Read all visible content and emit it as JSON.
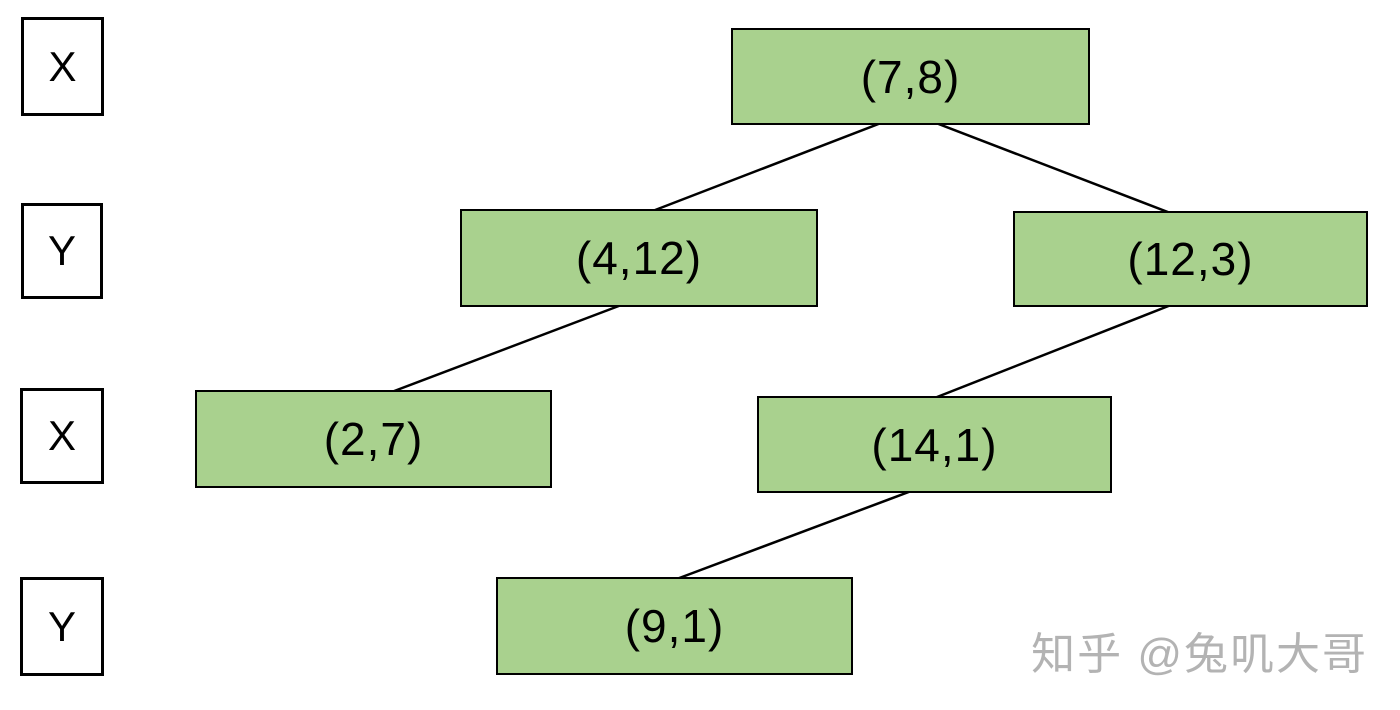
{
  "diagram": {
    "type": "kd-tree",
    "node_fill_color": "#a9d18e",
    "node_border_color": "#000000",
    "edge_color": "#000000",
    "background_color": "#ffffff"
  },
  "levels": [
    {
      "label": "X"
    },
    {
      "label": "Y"
    },
    {
      "label": "X"
    },
    {
      "label": "Y"
    }
  ],
  "nodes": [
    {
      "id": "n0",
      "label": "(7,8)",
      "level": 0
    },
    {
      "id": "n1",
      "label": "(4,12)",
      "level": 1
    },
    {
      "id": "n2",
      "label": "(12,3)",
      "level": 1
    },
    {
      "id": "n3",
      "label": "(2,7)",
      "level": 2
    },
    {
      "id": "n4",
      "label": "(14,1)",
      "level": 2
    },
    {
      "id": "n5",
      "label": "(9,1)",
      "level": 3
    }
  ],
  "edges": [
    {
      "from": "(7,8)",
      "to": "(4,12)"
    },
    {
      "from": "(7,8)",
      "to": "(12,3)"
    },
    {
      "from": "(4,12)",
      "to": "(2,7)"
    },
    {
      "from": "(12,3)",
      "to": "(14,1)"
    },
    {
      "from": "(14,1)",
      "to": "(9,1)"
    }
  ],
  "watermark": {
    "text": "知乎 @兔叽大哥",
    "color": "#b3b3b3"
  }
}
